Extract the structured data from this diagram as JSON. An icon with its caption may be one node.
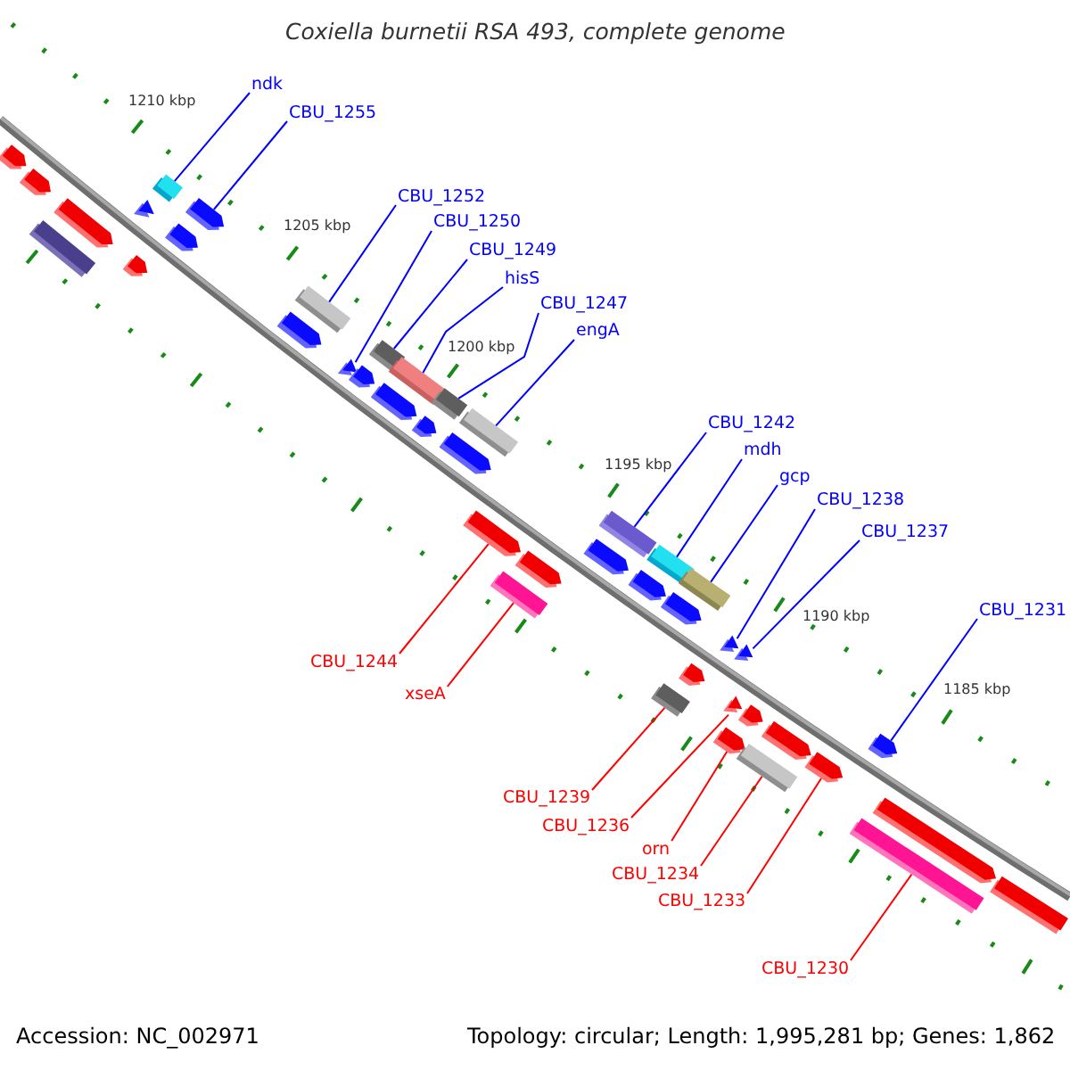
{
  "diagram": {
    "title": "Coxiella burnetii RSA 493, complete genome",
    "nodes": [
      {
        "text": [
          "ndk"
        ]
      },
      {
        "text": [
          "CBU_1255"
        ]
      },
      {
        "text": [
          "CBU_1252"
        ]
      },
      {
        "text": [
          "CBU_1250"
        ]
      },
      {
        "text": [
          "CBU_1249"
        ]
      },
      {
        "text": [
          "hisS"
        ]
      },
      {
        "text": [
          "CBU_1247"
        ]
      },
      {
        "text": [
          "engA"
        ]
      },
      {
        "text": [
          "CBU_1242"
        ]
      },
      {
        "text": [
          "mdh"
        ]
      },
      {
        "text": [
          "gcp"
        ]
      },
      {
        "text": [
          "CBU_1238"
        ]
      },
      {
        "text": [
          "CBU_1237"
        ]
      },
      {
        "text": [
          "CBU_1231"
        ]
      },
      {
        "text": [
          "CBU_1244"
        ]
      },
      {
        "text": [
          "xseA"
        ]
      },
      {
        "text": [
          "CBU_1239"
        ]
      },
      {
        "text": [
          "CBU_1236"
        ]
      },
      {
        "text": [
          "orn"
        ]
      },
      {
        "text": [
          "CBU_1234"
        ]
      },
      {
        "text": [
          "CBU_1233"
        ]
      },
      {
        "text": [
          "CBU_1230"
        ]
      },
      {
        "text": [],
        "shape": "arrow"
      },
      {
        "text": [],
        "shape": "arrow"
      },
      {
        "text": [],
        "shape": "bar"
      },
      {
        "text": [],
        "shape": "arrow"
      },
      {
        "text": [],
        "shape": "triangle"
      },
      {
        "text": [],
        "shape": "bar"
      },
      {
        "text": [],
        "shape": "arrow"
      },
      {
        "text": [],
        "shape": "arrow"
      },
      {
        "text": [],
        "shape": "arrow"
      },
      {
        "text": [],
        "shape": "arrow"
      },
      {
        "text": [],
        "shape": "bar"
      },
      {
        "text": [],
        "shape": "triangle"
      },
      {
        "text": [],
        "shape": "arrow"
      },
      {
        "text": [],
        "shape": "bar"
      },
      {
        "text": [],
        "shape": "arrow"
      },
      {
        "text": [],
        "shape": "bar"
      },
      {
        "text": [],
        "shape": "arrow"
      },
      {
        "text": [],
        "shape": "bar"
      },
      {
        "text": [],
        "shape": "arrow"
      },
      {
        "text": [],
        "shape": "bar"
      },
      {
        "text": [],
        "shape": "arrow"
      },
      {
        "text": [],
        "shape": "bar"
      },
      {
        "text": [],
        "shape": "arrow"
      },
      {
        "text": [],
        "shape": "arrow"
      },
      {
        "text": [],
        "shape": "bar"
      },
      {
        "text": [],
        "shape": "arrow"
      },
      {
        "text": [],
        "shape": "bar"
      },
      {
        "text": [],
        "shape": "arrow"
      },
      {
        "text": [],
        "shape": "bar"
      },
      {
        "text": [],
        "shape": "bar"
      },
      {
        "text": [],
        "shape": "arrow"
      },
      {
        "text": [],
        "shape": "triangle"
      },
      {
        "text": [],
        "shape": "triangle"
      },
      {
        "text": [],
        "shape": "triangle"
      },
      {
        "text": [],
        "shape": "arrow"
      },
      {
        "text": [],
        "shape": "arrow"
      },
      {
        "text": [],
        "shape": "bar"
      },
      {
        "text": [],
        "shape": "arrow"
      },
      {
        "text": [],
        "shape": "arrow"
      },
      {
        "text": [],
        "shape": "arrow"
      },
      {
        "text": [],
        "shape": "bar"
      },
      {
        "text": [],
        "shape": "arrow"
      },
      {
        "text": [],
        "shape": "bar"
      }
    ],
    "edges": [
      {
        "from": 0,
        "to": 27,
        "arrow": "none"
      },
      {
        "from": 1,
        "to": 30,
        "arrow": "none"
      },
      {
        "from": 2,
        "to": 32,
        "arrow": "none"
      },
      {
        "from": 3,
        "to": 33,
        "arrow": "none"
      },
      {
        "from": 4,
        "to": 35,
        "arrow": "none"
      },
      {
        "from": 5,
        "to": 37,
        "arrow": "none"
      },
      {
        "from": 6,
        "to": 39,
        "arrow": "none"
      },
      {
        "from": 7,
        "to": 41,
        "arrow": "none"
      },
      {
        "from": 8,
        "to": 46,
        "arrow": "none"
      },
      {
        "from": 9,
        "to": 48,
        "arrow": "none"
      },
      {
        "from": 10,
        "to": 50,
        "arrow": "none"
      },
      {
        "from": 11,
        "to": 53,
        "arrow": "none"
      },
      {
        "from": 12,
        "to": 54,
        "arrow": "none"
      },
      {
        "from": 13,
        "to": 61,
        "arrow": "none"
      },
      {
        "from": 14,
        "to": 42,
        "arrow": "none",
        "color": "#ff0000"
      },
      {
        "from": 15,
        "to": 43,
        "arrow": "none",
        "color": "#ff0000"
      },
      {
        "from": 16,
        "to": 51,
        "arrow": "none",
        "color": "#ff0000"
      },
      {
        "from": 17,
        "to": 55,
        "arrow": "none",
        "color": "#ff0000"
      },
      {
        "from": 18,
        "to": 56,
        "arrow": "none",
        "color": "#ff0000"
      },
      {
        "from": 19,
        "to": 58,
        "arrow": "none",
        "color": "#ff0000"
      },
      {
        "from": 20,
        "to": 60,
        "arrow": "none",
        "color": "#ff0000"
      },
      {
        "from": 21,
        "to": 62,
        "arrow": "none",
        "color": "#ff0000"
      }
    ],
    "labels": [
      "1210 kbp",
      "1205 kbp",
      "1200 kbp",
      "1195 kbp",
      "1190 kbp",
      "1185 kbp",
      "Accession: NC_002971",
      "Topology: circular; Length: 1,995,281 bp; Genes: 1,862"
    ]
  }
}
